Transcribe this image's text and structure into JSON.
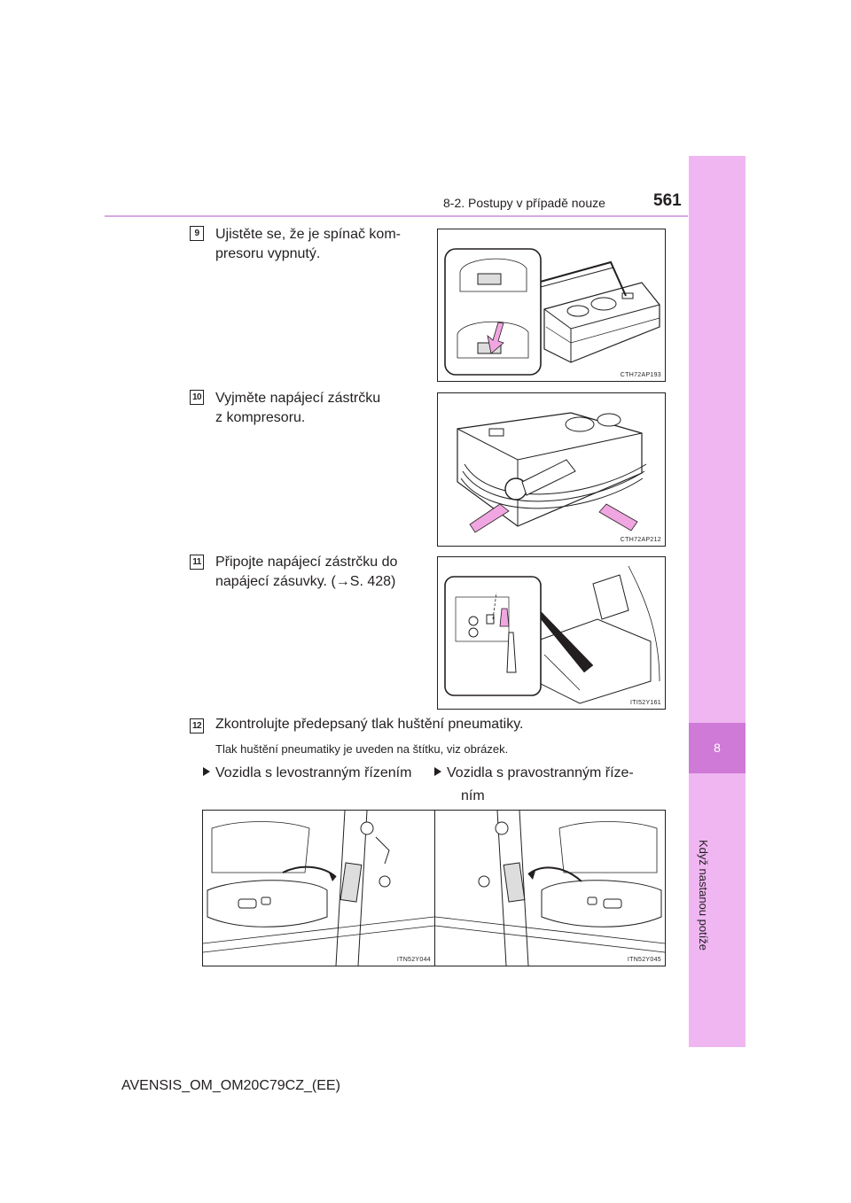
{
  "header": {
    "section": "8-2. Postupy v případě nouze",
    "page_number": "561"
  },
  "side_tab": {
    "chapter_number": "8",
    "chapter_title": "Když nastanou potíže"
  },
  "steps": [
    {
      "number": "9",
      "text_line1": "Ujistěte se, že je spínač kom-",
      "text_line2": "presoru vypnutý.",
      "figure_code": "CTH72AP193"
    },
    {
      "number": "10",
      "text_line1": "Vyjměte napájecí zástrčku",
      "text_line2": "z kompresoru.",
      "figure_code": "CTH72AP212"
    },
    {
      "number": "11",
      "text_line1": "Připojte napájecí zástrčku do",
      "text_line2": "napájecí zásuvky. (→S. 428)",
      "figure_code": "ITI52Y161"
    },
    {
      "number": "12",
      "text": "Zkontrolujte předepsaný tlak huštění pneumatiky.",
      "note": "Tlak huštění pneumatiky je uveden na štítku, viz obrázek."
    }
  ],
  "variants": {
    "left": {
      "label": "Vozidla s levostranným řízením",
      "figure_code": "ITN52Y044"
    },
    "right": {
      "label_line1": "Vozidla s pravostranným říze-",
      "label_line2": "ním",
      "figure_code": "ITN52Y045"
    }
  },
  "footer": {
    "doc_id": "AVENSIS_OM_OM20C79CZ_(EE)"
  },
  "colors": {
    "accent": "#cf7ad7",
    "tab": "#efb6f2",
    "arrow": "#f0a6e0"
  }
}
